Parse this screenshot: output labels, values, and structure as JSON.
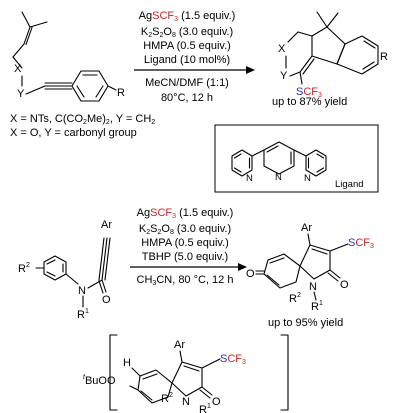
{
  "reaction1": {
    "conditions": [
      {
        "pre": "Ag",
        "reagent": "SCF3",
        "post": " (1.5 equiv.)"
      },
      {
        "text": "K2S2O8 (3.0 equiv.)"
      },
      {
        "text": "HMPA (0.5 equiv.)"
      },
      {
        "text": "Ligand (10 mol%)"
      }
    ],
    "solvent": "MeCN/DMF (1:1)",
    "temp_time": "80°C, 12 h",
    "yield": "up to 87% yield",
    "substrate_labels": {
      "x": "X",
      "y": "Y",
      "r": "R"
    },
    "product_labels": {
      "x": "X",
      "y": "Y",
      "r": "R",
      "scf3": "SCF3"
    },
    "notes": [
      "X = NTs, C(CO2Me)2, Y = CH2",
      "X = O, Y = carbonyl group"
    ],
    "ligand_label": "Ligand",
    "ligand_atoms": [
      "N",
      "N",
      "N"
    ]
  },
  "reaction2": {
    "conditions": [
      {
        "pre": "Ag",
        "reagent": "SCF3",
        "post": " (1.5 equiv.)"
      },
      {
        "text": "K2S2O8 (3.0 equiv.)"
      },
      {
        "text": "HMPA (0.5 equiv.)"
      },
      {
        "text": "TBHP (5.0 equiv.)"
      }
    ],
    "solvent_temp": "CH3CN, 80 °C, 12 h",
    "yield": "up to 95% yield",
    "substrate_labels": {
      "ar": "Ar",
      "r2": "R2",
      "n": "N",
      "r1": "R1",
      "o": "O"
    },
    "product_labels": {
      "ar": "Ar",
      "scf3": "SCF3",
      "o_left": "O",
      "n": "N",
      "r1": "R1",
      "r2": "R2",
      "o_right": "O"
    }
  },
  "intermediate": {
    "labels": {
      "ar": "Ar",
      "scf3": "SCF3",
      "h": "H",
      "tbuoo": "tBuOO",
      "n": "N",
      "r1": "R1",
      "r2": "R2",
      "o": "O"
    }
  },
  "colors": {
    "scf3_s": "#1d2fd1",
    "scf3_cf3": "#d11f1f",
    "reagent_red": "#d11f1f"
  }
}
